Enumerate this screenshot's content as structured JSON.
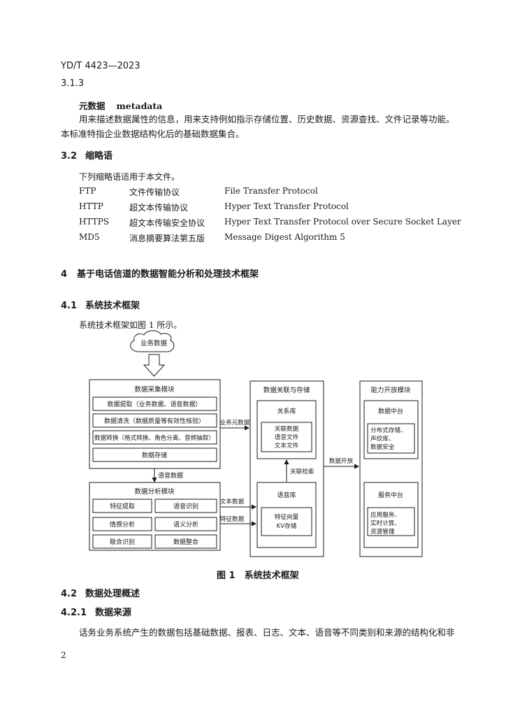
{
  "header": {
    "doc_id": "YD/T 4423—2023"
  },
  "s313": {
    "number": "3.1.3",
    "term_cn": "元数据",
    "term_en": "metadata",
    "def_line1": "用来描述数据属性的信息，用来支持例如指示存储位置、历史数据、资源查找、文件记录等功能。",
    "def_line2": "本标准特指企业数据结构化后的基础数据集合。"
  },
  "s32": {
    "number": "3.2",
    "title": "缩略语",
    "intro": "下列缩略语适用于本文件。",
    "rows": [
      {
        "abbr": "FTP",
        "cn": "文件传输协议",
        "en": "File Transfer Protocol"
      },
      {
        "abbr": "HTTP",
        "cn": "超文本传输协议",
        "en": "Hyper Text Transfer Protocol"
      },
      {
        "abbr": "HTTPS",
        "cn": "超文本传输安全协议",
        "en": "Hyper Text Transfer Protocol over Secure Socket Layer"
      },
      {
        "abbr": "MD5",
        "cn": "消息摘要算法第五版",
        "en": "Message Digest Algorithm 5"
      }
    ]
  },
  "s4": {
    "number": "4",
    "title": "基于电话信道的数据智能分析和处理技术框架"
  },
  "s41": {
    "number": "4.1",
    "title": "系统技术框架",
    "text": "系统技术框架如图 1 所示。"
  },
  "figure": {
    "cloud": "业务数据",
    "collect": {
      "title": "数据采集模块",
      "items": [
        "数据提取（业务数据、语音数据）",
        "数据清洗（数据质量等有效性核验）",
        "数据转换（格式转换、角色分离、音频抽取）",
        "数据存储"
      ]
    },
    "voice_data": "语音数据",
    "analysis": {
      "title": "数据分析模块",
      "items": [
        "特征提取",
        "语音识别",
        "情感分析",
        "语义分析",
        "联合识别",
        "数据整合"
      ]
    },
    "arrows": {
      "meta": "业务元数据",
      "text": "文本数据",
      "feature": "特征数据",
      "retrieval": "关联检索",
      "open": "数据开放"
    },
    "storage": {
      "title": "数据关联与存储",
      "relational": {
        "title": "关系库",
        "lines": [
          "关联数据",
          "语音文件",
          "文本文件"
        ]
      },
      "voicedb": {
        "title": "语音库",
        "lines": [
          "特征向量",
          "KV存储"
        ]
      }
    },
    "open_module": {
      "title": "能力开放模块",
      "data_center": {
        "title": "数据中台",
        "lines": [
          "分布式存储、",
          "声纹库、",
          "数据安全"
        ]
      },
      "service_center": {
        "title": "服务中台",
        "lines": [
          "应用服务、",
          "实时计算、",
          "资源管理"
        ]
      }
    },
    "caption": "图 1　系统技术框架"
  },
  "s42": {
    "number": "4.2",
    "title": "数据处理概述"
  },
  "s421": {
    "number": "4.2.1",
    "title": "数据来源",
    "text": "话务业务系统产生的数据包括基础数据、报表、日志、文本、语音等不同类别和来源的结构化和非"
  },
  "page_number": "2"
}
